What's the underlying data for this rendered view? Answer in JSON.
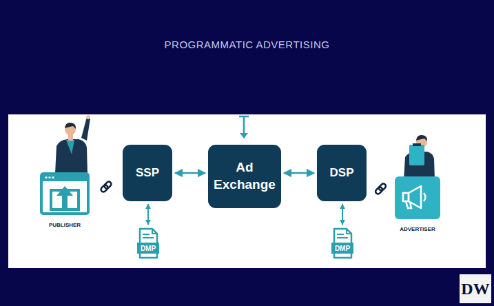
{
  "diagram": {
    "title": "PROGRAMMATIC ADVERTISING",
    "nodes": [
      {
        "text": [
          "PUBLISHER"
        ]
      },
      {
        "text": [
          "SSP"
        ]
      },
      {
        "text": [
          "Ad Exchange"
        ]
      },
      {
        "text": [
          "DSP"
        ]
      },
      {
        "text": [
          "ADVERTISER"
        ]
      },
      {
        "text": [
          "DMP"
        ]
      },
      {
        "text": [
          "DMP"
        ]
      }
    ],
    "edges": [
      {
        "from": 0,
        "to": 1,
        "arrow": "none"
      },
      {
        "from": 1,
        "to": 2,
        "arrow": "both"
      },
      {
        "from": 2,
        "to": 3,
        "arrow": "both"
      },
      {
        "from": 3,
        "to": 4,
        "arrow": "none"
      },
      {
        "from": 1,
        "to": 5,
        "arrow": "both"
      },
      {
        "from": 3,
        "to": 6,
        "arrow": "both"
      }
    ],
    "labels": [
      "DW"
    ]
  }
}
